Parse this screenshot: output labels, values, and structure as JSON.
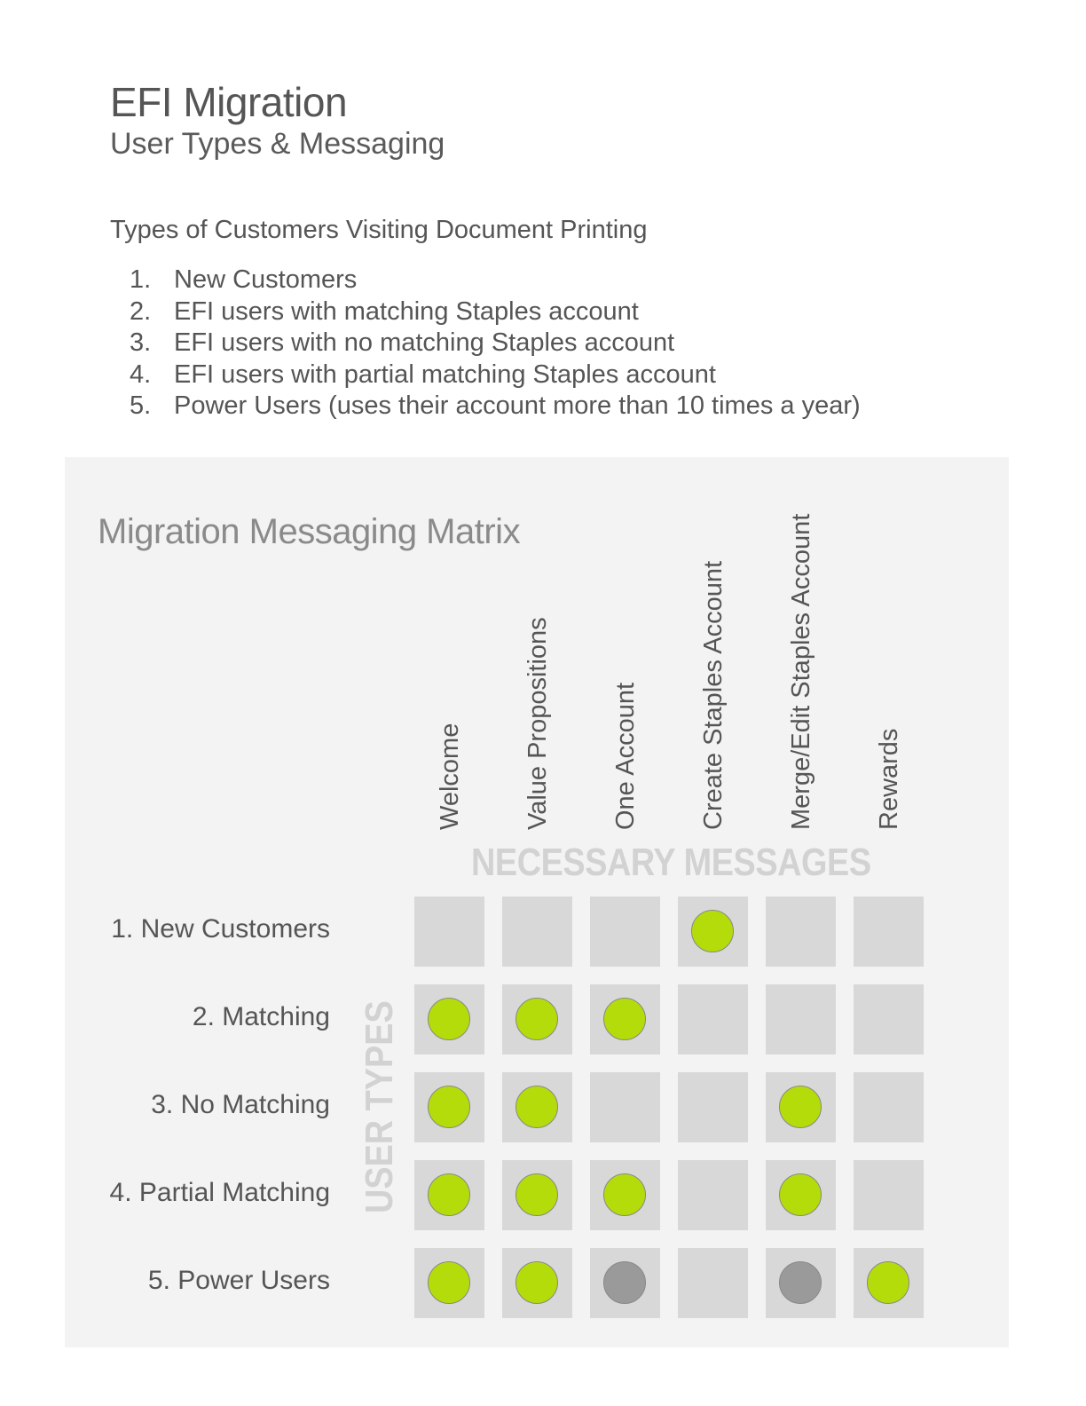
{
  "header": {
    "title": "EFI Migration",
    "subtitle": "User Types & Messaging"
  },
  "customer_types": {
    "heading": "Types of Customers Visiting Document Printing",
    "items": [
      {
        "num": "1.",
        "text": "New Customers"
      },
      {
        "num": "2.",
        "text": "EFI users with matching Staples account"
      },
      {
        "num": "3.",
        "text": "EFI users with no matching Staples account"
      },
      {
        "num": "4.",
        "text": "EFI users with partial matching Staples account"
      },
      {
        "num": "5.",
        "text": "Power Users (uses their account more than 10 times a year)"
      }
    ]
  },
  "matrix": {
    "title": "Migration Messaging Matrix",
    "columns_axis_label": "NECESSARY MESSAGES",
    "rows_axis_label": "USER TYPES",
    "columns": [
      "Welcome",
      "Value Propositions",
      "One Account",
      "Create Staples Account",
      "Merge/Edit Staples Account",
      "Rewards"
    ],
    "rows": [
      {
        "label": "1. New Customers",
        "cells": [
          "",
          "",
          "",
          "green",
          "",
          ""
        ]
      },
      {
        "label": "2. Matching",
        "cells": [
          "green",
          "green",
          "green",
          "",
          "",
          ""
        ]
      },
      {
        "label": "3. No Matching",
        "cells": [
          "green",
          "green",
          "",
          "",
          "green",
          ""
        ]
      },
      {
        "label": "4. Partial Matching",
        "cells": [
          "green",
          "green",
          "green",
          "",
          "green",
          ""
        ]
      },
      {
        "label": "5. Power Users",
        "cells": [
          "green",
          "green",
          "gray",
          "",
          "gray",
          "green"
        ]
      }
    ],
    "colors": {
      "green": "#b4dc0a",
      "gray": "#9a9a9a",
      "cell": "#d8d8d8",
      "panel": "#f3f3f3"
    }
  }
}
